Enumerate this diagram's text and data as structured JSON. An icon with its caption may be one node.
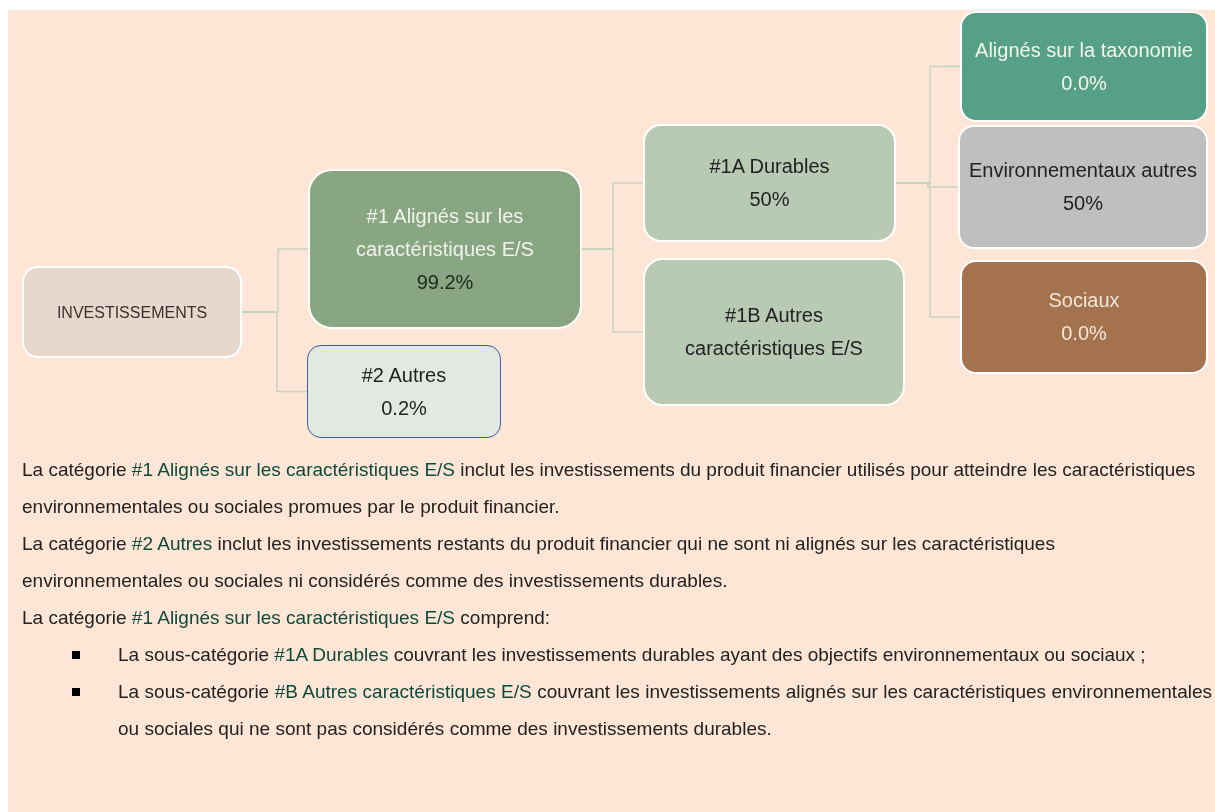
{
  "diagram": {
    "nodes": [
      {
        "text": [
          "INVESTISSEMENTS"
        ]
      },
      {
        "text": [
          "#1 Alignés sur les caractéristiques E/S",
          "99.2%"
        ]
      },
      {
        "text": [
          "#2 Autres",
          "0.2%"
        ]
      },
      {
        "text": [
          "#1A Durables",
          "50%"
        ]
      },
      {
        "text": [
          "#1B Autres caractéristiques E/S"
        ]
      },
      {
        "text": [
          "Alignés sur la taxonomie",
          "0.0%"
        ]
      },
      {
        "text": [
          "Environnementaux autres",
          "50%"
        ]
      },
      {
        "text": [
          "Sociaux",
          "0.0%"
        ]
      }
    ],
    "edges": [
      {
        "from": 0,
        "to": 1,
        "arrow": "none"
      },
      {
        "from": 0,
        "to": 2,
        "arrow": "none"
      },
      {
        "from": 1,
        "to": 3,
        "arrow": "none"
      },
      {
        "from": 1,
        "to": 4,
        "arrow": "none"
      },
      {
        "from": 3,
        "to": 5,
        "arrow": "none"
      },
      {
        "from": 3,
        "to": 6,
        "arrow": "none"
      },
      {
        "from": 3,
        "to": 7,
        "arrow": "none"
      }
    ],
    "labels": [
      "La catégorie **#1 Alignés sur les caractéristiques E/S** inclut les investissements du produit financier utilisés pour atteindre les caractéristiques environnementales ou sociales promues par le produit financier.",
      "La catégorie **#2 Autres** inclut les investissements restants du produit financier qui ne sont ni alignés sur les caractéristiques environnementales ou sociales ni considérés comme des investissements durables.",
      "La catégorie **#1 Alignés sur les caractéristiques E/S** comprend:",
      "La sous-catégorie **#1A Durables** couvrant les investissements durables ayant des objectifs environnementaux ou sociaux ;",
      "La sous-catégorie **#B Autres caractéristiques E/S** couvrant les investissements alignés sur les caractéristiques environnementales ou sociales qui ne sont pas considérés comme des investissements durables."
    ]
  }
}
